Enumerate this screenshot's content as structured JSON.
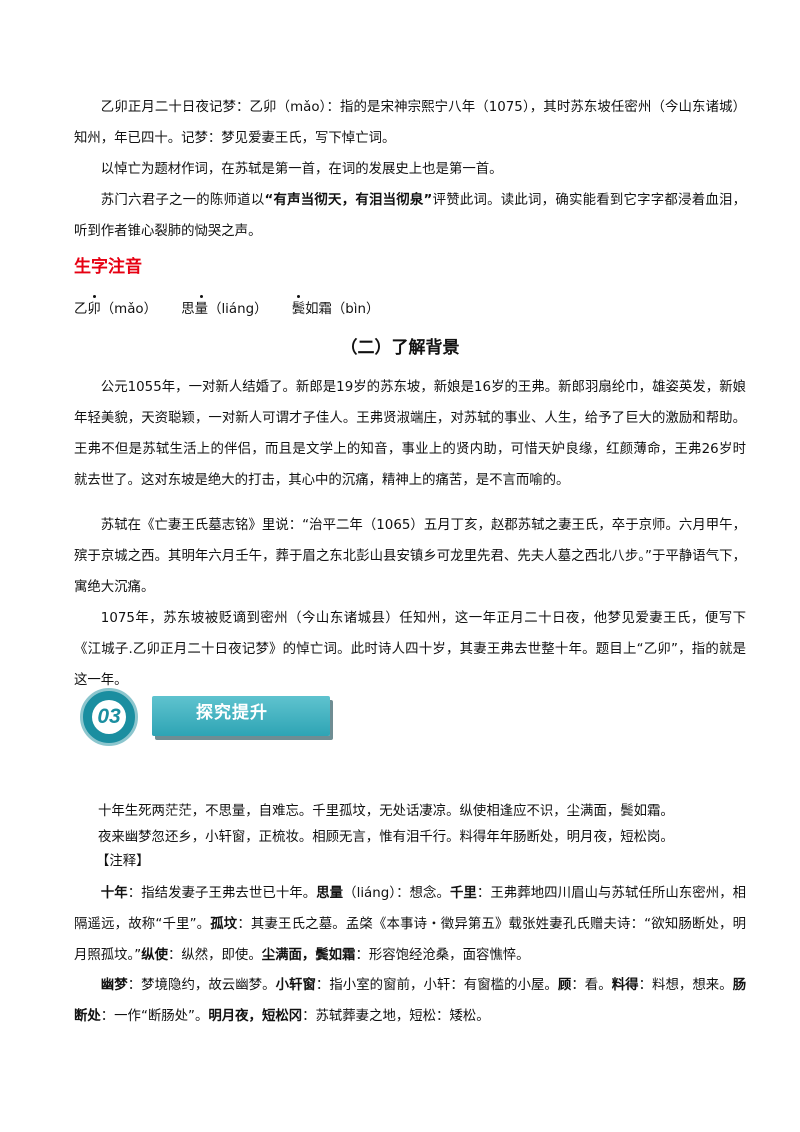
{
  "intro": {
    "p1_pre": "乙卯正月二十日夜记梦：乙卯（mǎo）：指的是宋神宗熙宁八年（1075），其时苏东坡任密州（今山东诸城）知州，年已四十。记梦：梦见爱妻王氏，写下悼亡词。",
    "p2": "以悼亡为题材作词，在苏轼是第一首，在词的发展史上也是第一首。",
    "p3_pre": "苏门六君子之一的陈师道以",
    "p3_bold": "“有声当彻天，有泪当彻泉”",
    "p3_post": "评赞此词。读此词，确实能看到它字字都浸着血泪，听到作者锥心裂肺的恸哭之声。"
  },
  "pronunciation": {
    "heading": "生字注音",
    "items": [
      {
        "pre": "乙",
        "dot": "卯",
        "post": "",
        "pinyin": "（mǎo）"
      },
      {
        "pre": "思",
        "dot": "量",
        "post": "",
        "pinyin": "（liáng）"
      },
      {
        "pre": "",
        "dot": "鬓",
        "post": "如霜",
        "pinyin": "（bìn）"
      }
    ]
  },
  "background": {
    "title": "（二）了解背景",
    "p1": "公元1055年，一对新人结婚了。新郎是19岁的苏东坡，新娘是16岁的王弗。新郎羽扇纶巾，雄姿英发，新娘年轻美貌，天资聪颖，一对新人可谓才子佳人。王弗贤淑端庄，对苏轼的事业、人生，给予了巨大的激励和帮助。王弗不但是苏轼生活上的伴侣，而且是文学上的知音，事业上的贤内助，可惜天妒良缘，红颜薄命，王弗26岁时就去世了。这对东坡是绝大的打击，其心中的沉痛，精神上的痛苦，是不言而喻的。",
    "p2": "苏轼在《亡妻王氏墓志铭》里说：“治平二年（1065）五月丁亥，赵郡苏轼之妻王氏，卒于京师。六月甲午，殡于京城之西。其明年六月壬午，葬于眉之东北彭山县安镇乡可龙里先君、先夫人墓之西北八步。”于平静语气下，寓绝大沉痛。",
    "p3": "1075年，苏东坡被贬谪到密州（今山东诸城县）任知州，这一年正月二十日夜，他梦见爱妻王氏，便写下《江城子.乙卯正月二十日夜记梦》的悼亡词。此时诗人四十岁，其妻王弗去世整十年。题目上“乙卯”，指的就是这一年。"
  },
  "banner": {
    "number": "03",
    "label": "探究提升"
  },
  "poem": {
    "line1": "十年生死两茫茫，不思量，自难忘。千里孤坟，无处话凄凉。纵使相逢应不识，尘满面，鬓如霜。",
    "line2": "夜来幽梦忽还乡，小轩窗，正梳妆。相顾无言，惟有泪千行。料得年年肠断处，明月夜，短松岗。"
  },
  "notes": {
    "tag": "【注释】",
    "n1": [
      {
        "b": "十年",
        "t": "：指结发妻子王弗去世已十年。"
      },
      {
        "b": "思量",
        "t": "（liáng）：想念。"
      },
      {
        "b": "千里",
        "t": "：王弗葬地四川眉山与苏轼任所山东密州，相隔遥远，故称“千里”。"
      },
      {
        "b": "孤坟",
        "t": "：其妻王氏之墓。孟棨《本事诗・徵异第五》载张姓妻孔氏赠夫诗：“欲知肠断处，明月照孤坟。”"
      },
      {
        "b": "纵使",
        "t": "：纵然，即使。"
      },
      {
        "b": "尘满面，鬓如霜",
        "t": "：形容饱经沧桑，面容憔悴。"
      }
    ],
    "n2": [
      {
        "b": "幽梦",
        "t": "：梦境隐约，故云幽梦。"
      },
      {
        "b": "小轩窗",
        "t": "：指小室的窗前，小轩：有窗槛的小屋。"
      },
      {
        "b": "顾",
        "t": "：看。"
      },
      {
        "b": "料得",
        "t": "：料想，想来。"
      },
      {
        "b": "肠断处",
        "t": "：一作“断肠处”。"
      },
      {
        "b": "明月夜，短松冈",
        "t": "：苏轼葬妻之地，短松：矮松。"
      }
    ]
  }
}
